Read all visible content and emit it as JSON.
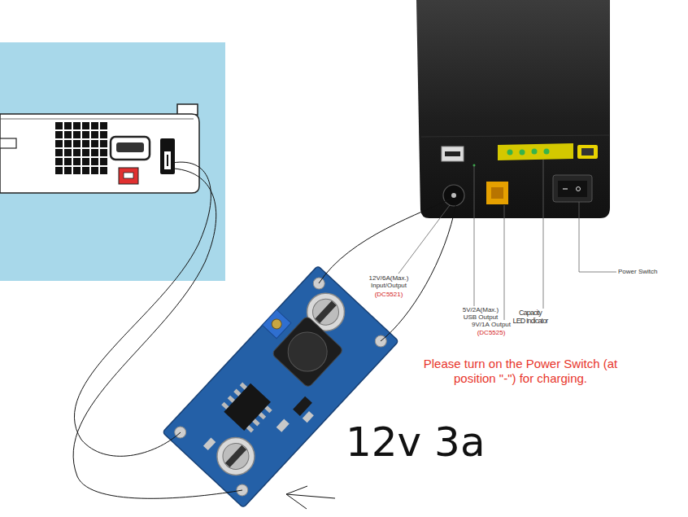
{
  "diagram": {
    "labels": [
      "12V/6A(Max.) Input/Output",
      "(DC5521)",
      "5V/2A(Max.) USB Output",
      "9V/1A Output",
      "(DC5525)",
      "Capacity LED Indicator",
      "Power Switch",
      "Please turn on the Power Switch (at position \"-\") for charging.",
      "12v 3a"
    ]
  }
}
